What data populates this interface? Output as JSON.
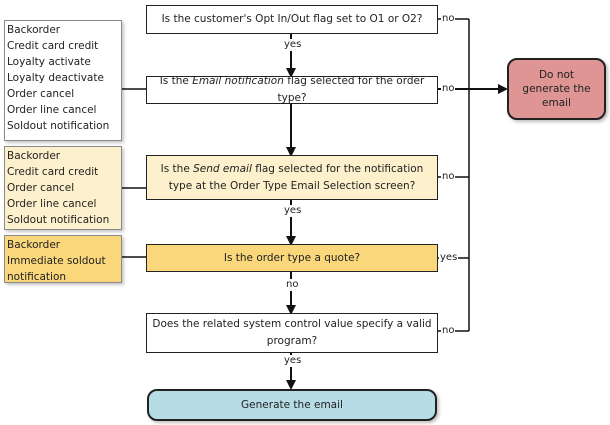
{
  "colors": {
    "white_box": "#ffffff",
    "cream_box": "#fdf0cc",
    "yellow_box": "#fad77a",
    "end_red": "#de9594",
    "end_blue": "#b6dde6"
  },
  "questions": {
    "q1": "Is the customer's Opt In/Out flag set to O1 or O2?",
    "q2_pre": "Is the ",
    "q2_em": "Email notification",
    "q2_post": " flag selected for the order type?",
    "q3_pre": "Is the ",
    "q3_em": "Send email",
    "q3_post": " flag selected for the notification type at the Order Type Email Selection screen?",
    "q4": "Is the order type a quote?",
    "q5": "Does the related system control value specify a valid program?"
  },
  "outcomes": {
    "no_email": "Do not generate the email",
    "generate": "Generate the email"
  },
  "edge_labels": {
    "q1_down": "yes",
    "q1_right": "no",
    "q2_right": "no",
    "q3_down": "yes",
    "q3_right": "no",
    "q4_down": "no",
    "q4_right": "yes",
    "q5_down": "yes",
    "q5_right": "no"
  },
  "notes": {
    "note1": [
      "Backorder",
      "Credit card credit",
      "Loyalty activate",
      "Loyalty deactivate",
      "Order cancel",
      "Order line cancel",
      "Soldout notification"
    ],
    "note2": [
      "Backorder",
      "Credit card credit",
      "Order cancel",
      "Order line cancel",
      "Soldout notification"
    ],
    "note3": [
      "Backorder",
      "Immediate soldout",
      "notification"
    ]
  }
}
